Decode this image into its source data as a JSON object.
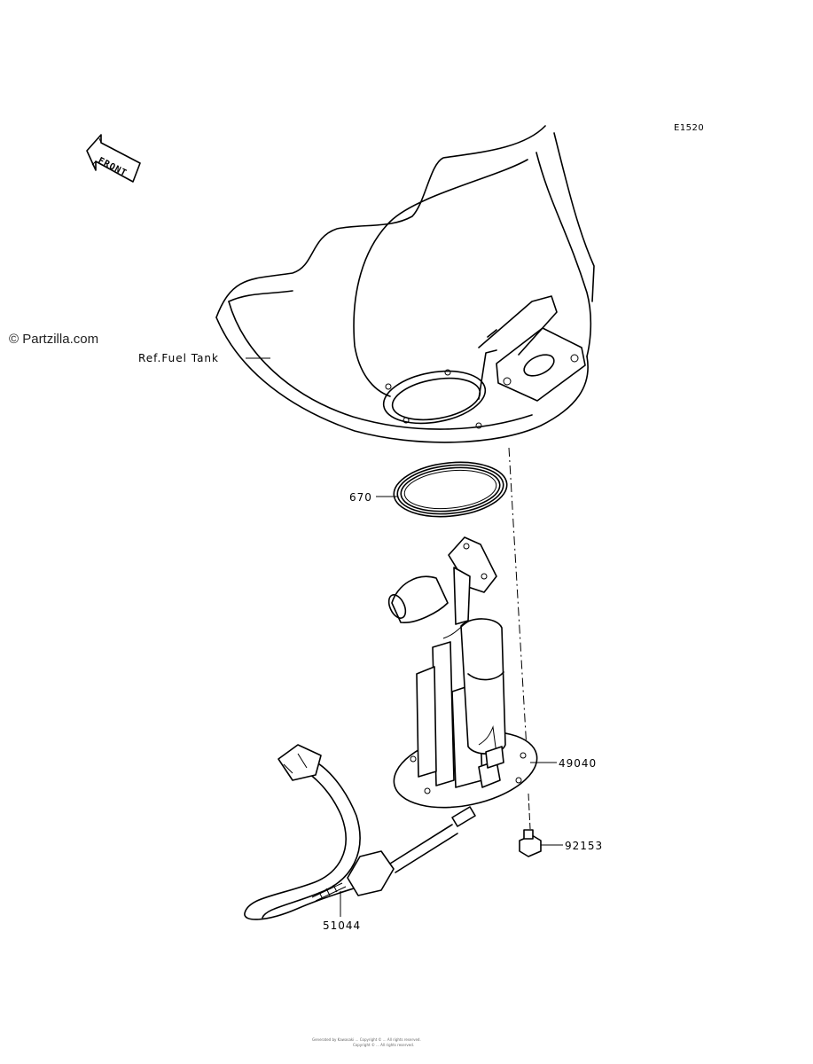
{
  "diagram_code": "E1520",
  "watermark": "© Partzilla.com",
  "front_label": "FRONT",
  "callouts": [
    {
      "id": "ref-fuel-tank",
      "text": "Ref.Fuel Tank"
    },
    {
      "id": "part-670",
      "text": "670"
    },
    {
      "id": "part-49040",
      "text": "49040"
    },
    {
      "id": "part-92153",
      "text": "92153"
    },
    {
      "id": "part-51044",
      "text": "51044"
    }
  ],
  "footer": {
    "line1": "Generated by Kawasaki ... Copyright © ... All rights reserved.",
    "line2": "Copyright © ... All rights reserved."
  }
}
